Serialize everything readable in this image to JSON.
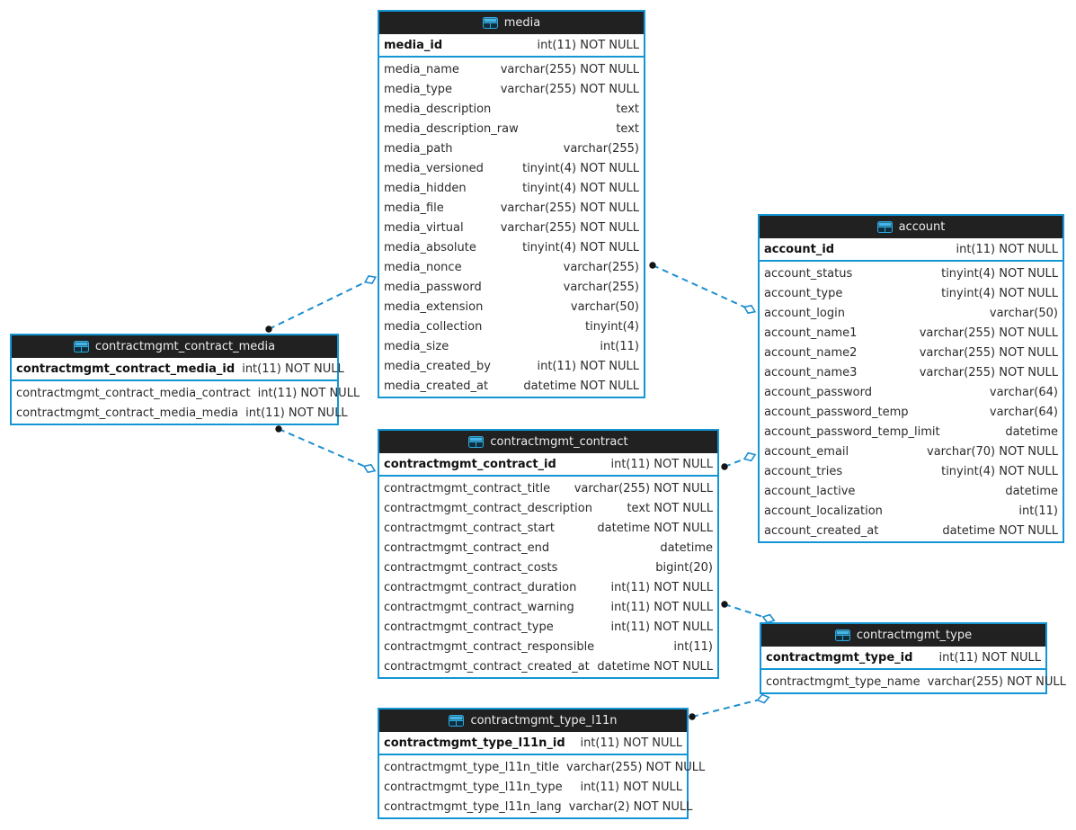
{
  "diagram": {
    "kind": "entity-relationship-diagram",
    "colors": {
      "table_border": "#1496d5",
      "header_bg": "#212121",
      "header_text": "#ededed",
      "row_text": "#2b2b2b",
      "pk_text": "#111111",
      "connector": "#1d8fcf",
      "connector_dot": "#141414",
      "background": "#ffffff",
      "icon_header_blue": "#45b5e6",
      "icon_body_dark": "#0e2e3e"
    },
    "tables": [
      {
        "id": "media",
        "title": "media",
        "icon": "table-icon",
        "pk": {
          "name": "media_id",
          "type": "int(11) NOT NULL"
        },
        "columns": [
          {
            "name": "media_name",
            "type": "varchar(255) NOT NULL"
          },
          {
            "name": "media_type",
            "type": "varchar(255) NOT NULL"
          },
          {
            "name": "media_description",
            "type": "text"
          },
          {
            "name": "media_description_raw",
            "type": "text"
          },
          {
            "name": "media_path",
            "type": "varchar(255)"
          },
          {
            "name": "media_versioned",
            "type": "tinyint(4) NOT NULL"
          },
          {
            "name": "media_hidden",
            "type": "tinyint(4) NOT NULL"
          },
          {
            "name": "media_file",
            "type": "varchar(255) NOT NULL"
          },
          {
            "name": "media_virtual",
            "type": "varchar(255) NOT NULL"
          },
          {
            "name": "media_absolute",
            "type": "tinyint(4) NOT NULL"
          },
          {
            "name": "media_nonce",
            "type": "varchar(255)"
          },
          {
            "name": "media_password",
            "type": "varchar(255)"
          },
          {
            "name": "media_extension",
            "type": "varchar(50)"
          },
          {
            "name": "media_collection",
            "type": "tinyint(4)"
          },
          {
            "name": "media_size",
            "type": "int(11)"
          },
          {
            "name": "media_created_by",
            "type": "int(11) NOT NULL"
          },
          {
            "name": "media_created_at",
            "type": "datetime NOT NULL"
          }
        ]
      },
      {
        "id": "contractmgmt_contract_media",
        "title": "contractmgmt_contract_media",
        "icon": "table-icon",
        "pk": {
          "name": "contractmgmt_contract_media_id",
          "type": "int(11) NOT NULL"
        },
        "columns": [
          {
            "name": "contractmgmt_contract_media_contract",
            "type": "int(11) NOT NULL"
          },
          {
            "name": "contractmgmt_contract_media_media",
            "type": "int(11) NOT NULL"
          }
        ]
      },
      {
        "id": "account",
        "title": "account",
        "icon": "table-icon",
        "pk": {
          "name": "account_id",
          "type": "int(11) NOT NULL"
        },
        "columns": [
          {
            "name": "account_status",
            "type": "tinyint(4) NOT NULL"
          },
          {
            "name": "account_type",
            "type": "tinyint(4) NOT NULL"
          },
          {
            "name": "account_login",
            "type": "varchar(50)"
          },
          {
            "name": "account_name1",
            "type": "varchar(255) NOT NULL"
          },
          {
            "name": "account_name2",
            "type": "varchar(255) NOT NULL"
          },
          {
            "name": "account_name3",
            "type": "varchar(255) NOT NULL"
          },
          {
            "name": "account_password",
            "type": "varchar(64)"
          },
          {
            "name": "account_password_temp",
            "type": "varchar(64)"
          },
          {
            "name": "account_password_temp_limit",
            "type": "datetime"
          },
          {
            "name": "account_email",
            "type": "varchar(70) NOT NULL"
          },
          {
            "name": "account_tries",
            "type": "tinyint(4) NOT NULL"
          },
          {
            "name": "account_lactive",
            "type": "datetime"
          },
          {
            "name": "account_localization",
            "type": "int(11)"
          },
          {
            "name": "account_created_at",
            "type": "datetime NOT NULL"
          }
        ]
      },
      {
        "id": "contractmgmt_contract",
        "title": "contractmgmt_contract",
        "icon": "table-icon",
        "pk": {
          "name": "contractmgmt_contract_id",
          "type": "int(11) NOT NULL"
        },
        "columns": [
          {
            "name": "contractmgmt_contract_title",
            "type": "varchar(255) NOT NULL"
          },
          {
            "name": "contractmgmt_contract_description",
            "type": "text NOT NULL"
          },
          {
            "name": "contractmgmt_contract_start",
            "type": "datetime NOT NULL"
          },
          {
            "name": "contractmgmt_contract_end",
            "type": "datetime"
          },
          {
            "name": "contractmgmt_contract_costs",
            "type": "bigint(20)"
          },
          {
            "name": "contractmgmt_contract_duration",
            "type": "int(11) NOT NULL"
          },
          {
            "name": "contractmgmt_contract_warning",
            "type": "int(11) NOT NULL"
          },
          {
            "name": "contractmgmt_contract_type",
            "type": "int(11) NOT NULL"
          },
          {
            "name": "contractmgmt_contract_responsible",
            "type": "int(11)"
          },
          {
            "name": "contractmgmt_contract_created_at",
            "type": "datetime NOT NULL"
          }
        ]
      },
      {
        "id": "contractmgmt_type",
        "title": "contractmgmt_type",
        "icon": "table-icon",
        "pk": {
          "name": "contractmgmt_type_id",
          "type": "int(11) NOT NULL"
        },
        "columns": [
          {
            "name": "contractmgmt_type_name",
            "type": "varchar(255) NOT NULL"
          }
        ]
      },
      {
        "id": "contractmgmt_type_l11n",
        "title": "contractmgmt_type_l11n",
        "icon": "table-icon",
        "pk": {
          "name": "contractmgmt_type_l11n_id",
          "type": "int(11) NOT NULL"
        },
        "columns": [
          {
            "name": "contractmgmt_type_l11n_title",
            "type": "varchar(255) NOT NULL"
          },
          {
            "name": "contractmgmt_type_l11n_type",
            "type": "int(11) NOT NULL"
          },
          {
            "name": "contractmgmt_type_l11n_lang",
            "type": "varchar(2) NOT NULL"
          }
        ]
      }
    ],
    "relationships": [
      {
        "source": "contractmgmt_contract_media",
        "target": "media",
        "source_marker": "dot",
        "target_marker": "open-diamond",
        "style": "dashed"
      },
      {
        "source": "media",
        "target": "account",
        "source_marker": "dot",
        "target_marker": "open-diamond",
        "style": "dashed"
      },
      {
        "source": "contractmgmt_contract",
        "target": "account",
        "source_marker": "dot",
        "target_marker": "open-diamond",
        "style": "dashed"
      },
      {
        "source": "contractmgmt_contract_media",
        "target": "contractmgmt_contract",
        "source_marker": "dot",
        "target_marker": "open-diamond",
        "style": "dashed"
      },
      {
        "source": "contractmgmt_contract",
        "target": "contractmgmt_type",
        "source_marker": "dot",
        "target_marker": "open-diamond",
        "style": "dashed"
      },
      {
        "source": "contractmgmt_type_l11n",
        "target": "contractmgmt_type",
        "source_marker": "dot",
        "target_marker": "open-diamond",
        "style": "dashed"
      }
    ]
  }
}
